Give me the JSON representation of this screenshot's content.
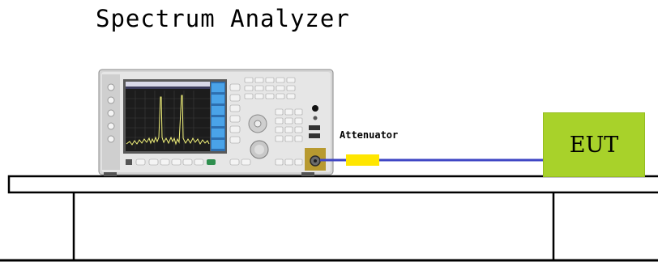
{
  "diagram": {
    "title": "Spectrum Analyzer",
    "attenuator_label": "Attenuator",
    "eut_label": "EUT",
    "colors": {
      "cable": "#3f46c4",
      "attenuator": "#ffe600",
      "eut_box": "#a8d22a",
      "table_lines": "#000000",
      "analyzer_body": "#d9d9d9",
      "analyzer_screen": "#1c1c1c",
      "trace": "#f2f27a",
      "soft_keys": "#4aa3e8"
    }
  }
}
